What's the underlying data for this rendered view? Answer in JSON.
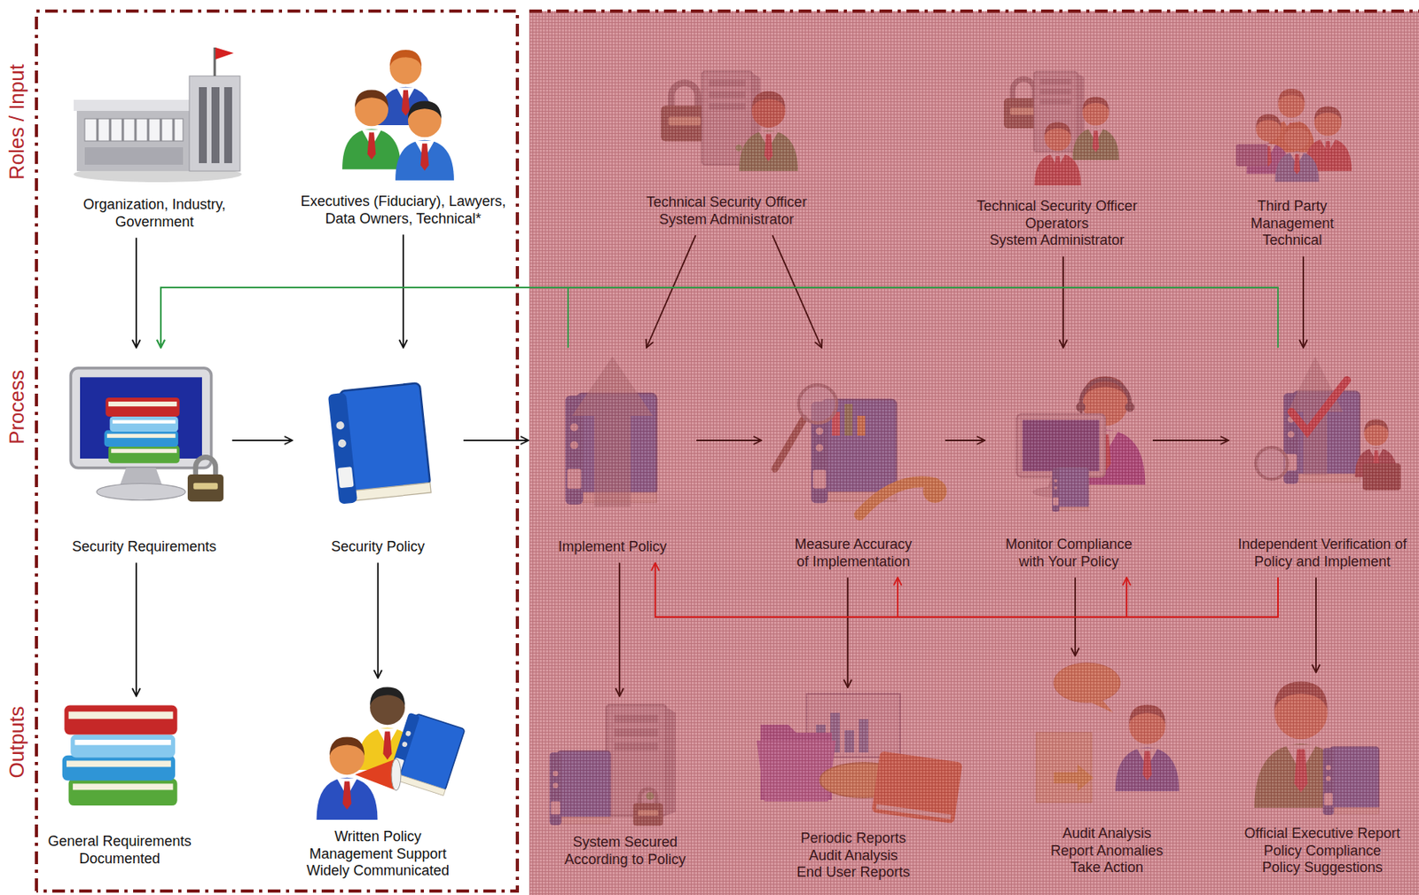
{
  "diagram": {
    "nodes": [
      {
        "text": [
          "Organization, Industry, Government"
        ]
      },
      {
        "text": [
          "Executives (Fiduciary), Lawyers, Data Owners, Technical*"
        ]
      },
      {
        "text": [
          "Technical Security Officer",
          "System Administrator"
        ]
      },
      {
        "text": [
          "Technical Security Officer",
          "Operators",
          "System Administrator"
        ]
      },
      {
        "text": [
          "Third Party",
          "Management",
          "Technical"
        ]
      },
      {
        "text": [
          "Security Requirements"
        ]
      },
      {
        "text": [
          "Security Policy"
        ]
      },
      {
        "text": [
          "Implement Policy"
        ]
      },
      {
        "text": [
          "Measure Accuracy of Implementation"
        ]
      },
      {
        "text": [
          "Monitor Compliance with Your Policy"
        ]
      },
      {
        "text": [
          "Independent Verification of Policy and Implement"
        ]
      },
      {
        "text": [
          "General Requirements Documented"
        ]
      },
      {
        "text": [
          "Written Policy",
          "Management Support",
          "Widely Communicated"
        ]
      },
      {
        "text": [
          "System Secured According to Policy"
        ]
      },
      {
        "text": [
          "Periodic Reports",
          "Audit Analysis",
          "End User Reports"
        ]
      },
      {
        "text": [
          "Audit Analysis",
          "Report Anomalies",
          "Take Action"
        ]
      },
      {
        "text": [
          "Official Executive Report",
          "Policy Compliance",
          "Policy Suggestions"
        ]
      }
    ],
    "edges": [
      {
        "from": 0,
        "to": 5,
        "arrow": "to"
      },
      {
        "from": 1,
        "to": 6,
        "arrow": "to"
      },
      {
        "from": 5,
        "to": 6,
        "arrow": "to"
      },
      {
        "from": 6,
        "to": 7,
        "arrow": "to"
      },
      {
        "from": 2,
        "to": 7,
        "arrow": "to"
      },
      {
        "from": 2,
        "to": 8,
        "arrow": "to"
      },
      {
        "from": 3,
        "to": 9,
        "arrow": "to"
      },
      {
        "from": 4,
        "to": 10,
        "arrow": "to"
      },
      {
        "from": 7,
        "to": 8,
        "arrow": "to"
      },
      {
        "from": 8,
        "to": 9,
        "arrow": "to"
      },
      {
        "from": 9,
        "to": 10,
        "arrow": "to"
      },
      {
        "from": 5,
        "to": 11,
        "arrow": "to"
      },
      {
        "from": 6,
        "to": 12,
        "arrow": "to"
      },
      {
        "from": 7,
        "to": 13,
        "arrow": "to"
      },
      {
        "from": 8,
        "to": 14,
        "arrow": "to"
      },
      {
        "from": 9,
        "to": 15,
        "arrow": "to"
      },
      {
        "from": 10,
        "to": 16,
        "arrow": "to"
      },
      {
        "from": 7,
        "to": 5,
        "arrow": "to"
      },
      {
        "from": 10,
        "to": 5,
        "arrow": "to"
      },
      {
        "from": 10,
        "to": 7,
        "arrow": "to"
      },
      {
        "from": 10,
        "to": 8,
        "arrow": "to"
      },
      {
        "from": 10,
        "to": 9,
        "arrow": "to"
      }
    ],
    "labels": [
      "Roles / Input",
      "Process",
      "Outputs"
    ]
  }
}
